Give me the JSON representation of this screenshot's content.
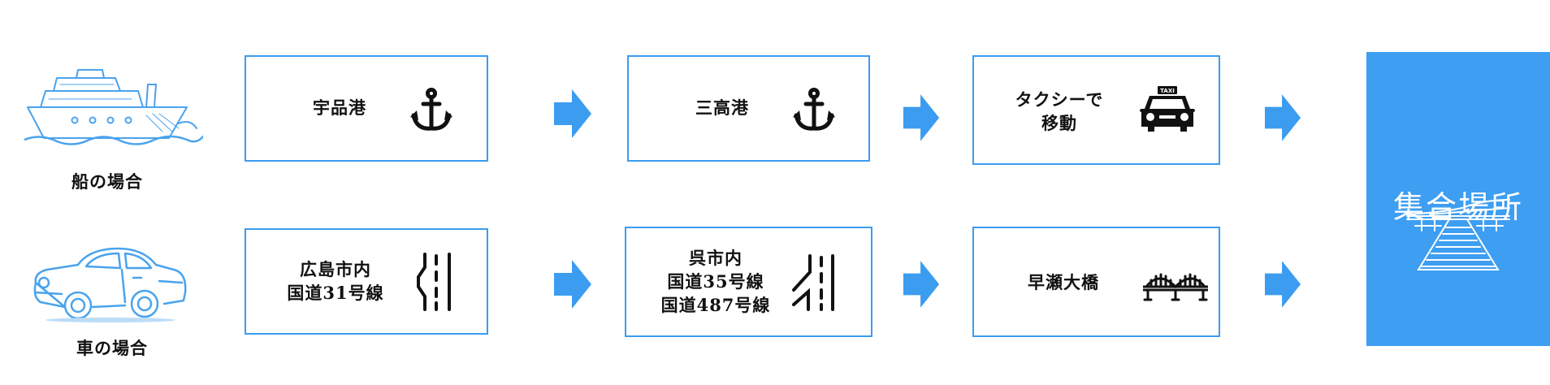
{
  "routes": {
    "ship": {
      "label": "船の場合",
      "steps": [
        {
          "lines": [
            "宇品港"
          ],
          "icon": "anchor-icon"
        },
        {
          "lines": [
            "三高港"
          ],
          "icon": "anchor-icon"
        },
        {
          "lines": [
            "タクシーで",
            "移動"
          ],
          "icon": "taxi-icon"
        }
      ]
    },
    "car": {
      "label": "車の場合",
      "steps": [
        {
          "lines": [
            "広島市内",
            "国道31号線"
          ],
          "icon": "road-curve-icon"
        },
        {
          "lines": [
            "呉市内",
            "国道35号線",
            "国道487号線"
          ],
          "icon": "road-merge-icon"
        },
        {
          "lines": [
            "早瀬大橋"
          ],
          "icon": "bridge-icon"
        }
      ]
    }
  },
  "destination": {
    "title": "集合場所",
    "icon": "pier-icon"
  },
  "colors": {
    "accent": "#3d9ef2",
    "box_border": "#3b9cf0",
    "arrow": "#3b9cf0",
    "sketch": "#4aa3ee"
  }
}
